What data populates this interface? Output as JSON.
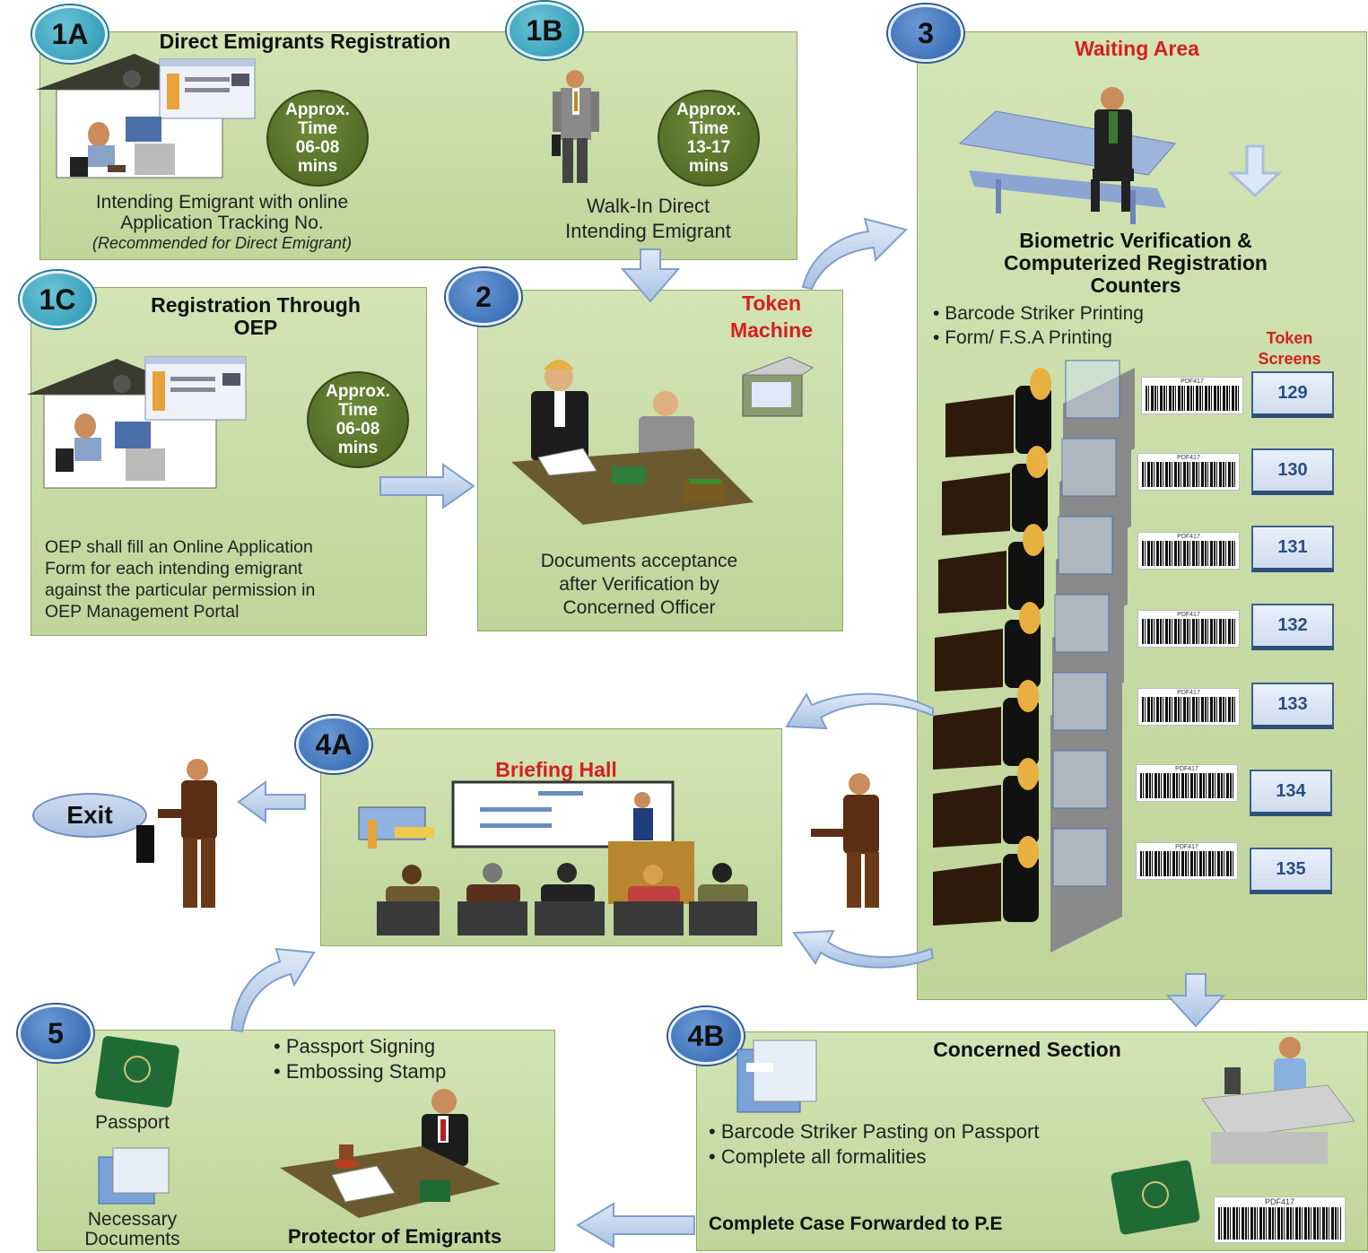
{
  "p1a": {
    "badge": "1A",
    "title": "Direct Emigrants Registration",
    "time": [
      "Approx.",
      "Time",
      "06-08",
      "mins"
    ],
    "line1": "Intending Emigrant with online",
    "line2": "Application Tracking No.",
    "note": "(Recommended for Direct Emigrant)"
  },
  "p1b": {
    "badge": "1B",
    "time": [
      "Approx.",
      "Time",
      "13-17",
      "mins"
    ],
    "line1": "Walk-In Direct",
    "line2": "Intending Emigrant"
  },
  "p1c": {
    "badge": "1C",
    "title1": "Registration Through",
    "title2": "OEP",
    "time": [
      "Approx.",
      "Time",
      "06-08",
      "mins"
    ],
    "lines": [
      "OEP shall fill an Online Application",
      "Form for each intending emigrant",
      "against the particular permission in",
      "OEP Management Portal"
    ]
  },
  "p2": {
    "badge": "2",
    "title1": "Token",
    "title2": "Machine",
    "lines": [
      "Documents acceptance",
      "after Verification by",
      "Concerned Officer"
    ]
  },
  "p3": {
    "badge": "3",
    "title": "Waiting Area",
    "heading": [
      "Biometric Verification &",
      "Computerized Registration",
      "Counters"
    ],
    "bullets": [
      "Barcode Striker Printing",
      "Form/ F.S.A  Printing"
    ],
    "token_title": [
      "Token",
      "Screens"
    ],
    "tokens": [
      "129",
      "130",
      "131",
      "132",
      "133",
      "134",
      "135"
    ],
    "barcode_label": "PDF417"
  },
  "p4a": {
    "badge": "4A",
    "title": "Briefing Hall"
  },
  "exit": "Exit",
  "p4b": {
    "badge": "4B",
    "title": "Concerned Section",
    "bullets": [
      "Barcode Striker Pasting  on Passport",
      "Complete all formalities"
    ],
    "footer": "Complete Case Forwarded to P.E",
    "barcode_label": "PDF417"
  },
  "p5": {
    "badge": "5",
    "bullets": [
      "Passport Signing",
      "Embossing Stamp"
    ],
    "passport": "Passport",
    "docs": [
      "Necessary",
      "Documents"
    ],
    "footer": "Protector of Emigrants"
  },
  "colors": {
    "panel": "#c8dca6",
    "badge": "#4a7cc0",
    "title_red": "#d42020",
    "arrow": "#a9c3e6"
  }
}
